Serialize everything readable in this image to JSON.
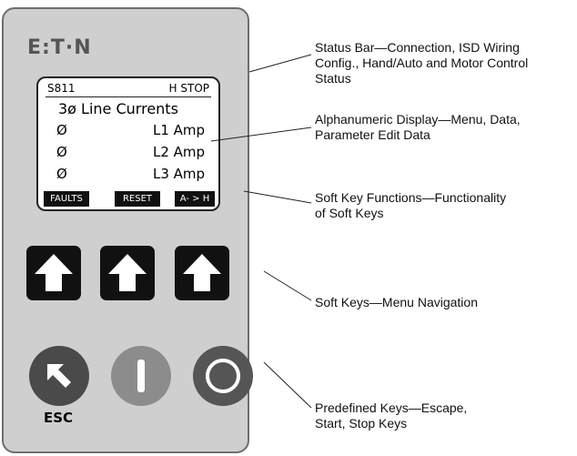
{
  "brand": "E:T·N",
  "display": {
    "status_left": "S811",
    "status_right": "H STOP",
    "title": "3ø Line Currents",
    "rows": [
      {
        "value": "Ø",
        "label": "L1 Amp"
      },
      {
        "value": "Ø",
        "label": "L2 Amp"
      },
      {
        "value": "Ø",
        "label": "L3 Amp"
      }
    ],
    "soft_labels": [
      "FAULTS",
      "RESET",
      "A- > H"
    ]
  },
  "keys": {
    "esc_label": "ESC",
    "soft_key_icon": "arrow-up-icon",
    "predefined_icons": [
      "arrow-up-left-icon",
      "start-bar-icon",
      "stop-ring-icon"
    ]
  },
  "annotations": [
    {
      "id": "status-bar",
      "lines": [
        "Status Bar—Connection, ISD Wiring",
        "Config., Hand/Auto and Motor Control",
        "Status"
      ]
    },
    {
      "id": "alphanumeric-display",
      "lines": [
        "Alphanumeric Display—Menu, Data,",
        "Parameter Edit Data"
      ]
    },
    {
      "id": "soft-key-functions",
      "lines": [
        "Soft Key Functions—Functionality",
        "of Soft Keys"
      ]
    },
    {
      "id": "soft-keys",
      "lines": [
        "Soft Keys—Menu Navigation"
      ]
    },
    {
      "id": "predefined-keys",
      "lines": [
        "Predefined Keys—Escape,",
        "Start, Stop Keys"
      ]
    }
  ],
  "colors": {
    "panel": "#cfcfcf",
    "key_dark": "#111111",
    "esc_key": "#4a4a4a",
    "start_key": "#8c8c8c",
    "stop_key": "#555555"
  }
}
